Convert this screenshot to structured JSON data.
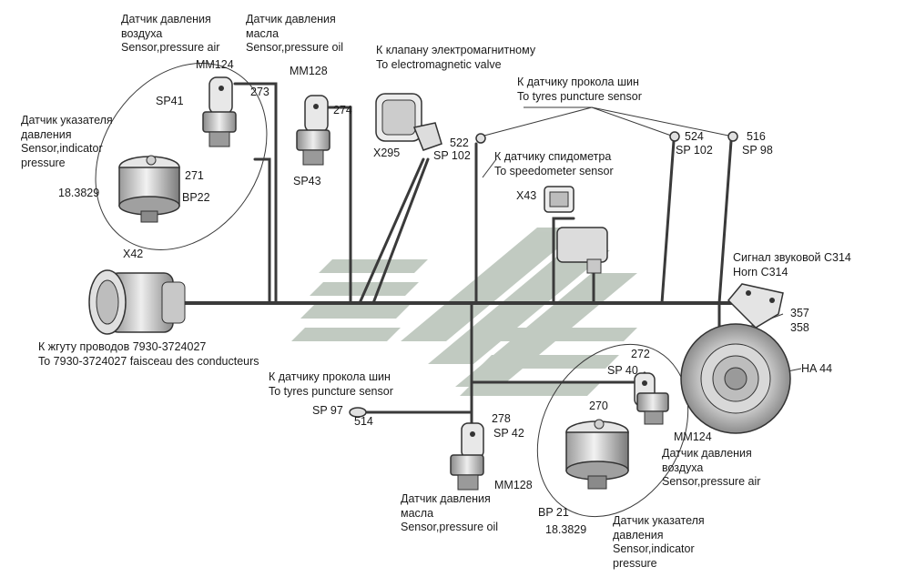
{
  "labels": {
    "sensor_air_top": [
      "Датчик давления",
      "воздуха",
      "Sensor,pressure air"
    ],
    "sensor_oil_top": [
      "Датчик давления",
      "масла",
      "Sensor,pressure oil"
    ],
    "valve": [
      "К клапану электромагнитному",
      "To electromagnetic valve"
    ],
    "tyres_top": [
      "К датчику прокола шин",
      "To tyres puncture sensor"
    ],
    "speedometer": [
      "К датчику спидометра",
      "To speedometer sensor"
    ],
    "indicator_top": [
      "Датчик указателя",
      "давления",
      "Sensor,indicator",
      "pressure"
    ],
    "harness": [
      "К жгуту проводов 7930-3724027",
      "To 7930-3724027 faisceau des conducteurs"
    ],
    "tyres_bottom": [
      "К датчику прокола шин",
      "To tyres puncture sensor"
    ],
    "horn": [
      "Сигнал звуковой С314",
      "Horn C314"
    ],
    "sensor_air_bottom": [
      "Датчик давления",
      "воздуха",
      "Sensor,pressure air"
    ],
    "sensor_oil_bottom": [
      "Датчик давления",
      "масла",
      "Sensor,pressure oil"
    ],
    "indicator_bottom": [
      "Датчик указателя",
      "давления",
      "Sensor,indicator",
      "pressure"
    ]
  },
  "codes": {
    "mm124_top": "MM124",
    "sp41": "SP41",
    "w273": "273",
    "mm128_top": "MM128",
    "w274": "274",
    "sp43": "SP43",
    "w271": "271",
    "bp22": "BP22",
    "s18_top": "18.3829",
    "x42": "X42",
    "x295": "X295",
    "w522": "522",
    "sp102a": "SP 102",
    "x43": "X43",
    "w524": "524",
    "sp102b": "SP 102",
    "w516": "516",
    "sp98": "SP 98",
    "w357": "357",
    "w358": "358",
    "ha44": "HA 44",
    "w272": "272",
    "sp40": "SP 40",
    "w270": "270",
    "mm124_bottom": "MM124",
    "sp97": "SP 97",
    "w514": "514",
    "w278": "278",
    "sp42": "SP 42",
    "mm128_bottom": "MM128",
    "bp21": "BP 21",
    "s18_bottom": "18.3829"
  },
  "colors": {
    "ink": "#1a1a1a",
    "wire": "#3a3a3a",
    "metal": "#d9d9d9",
    "watermark": "#9aaa9a"
  }
}
